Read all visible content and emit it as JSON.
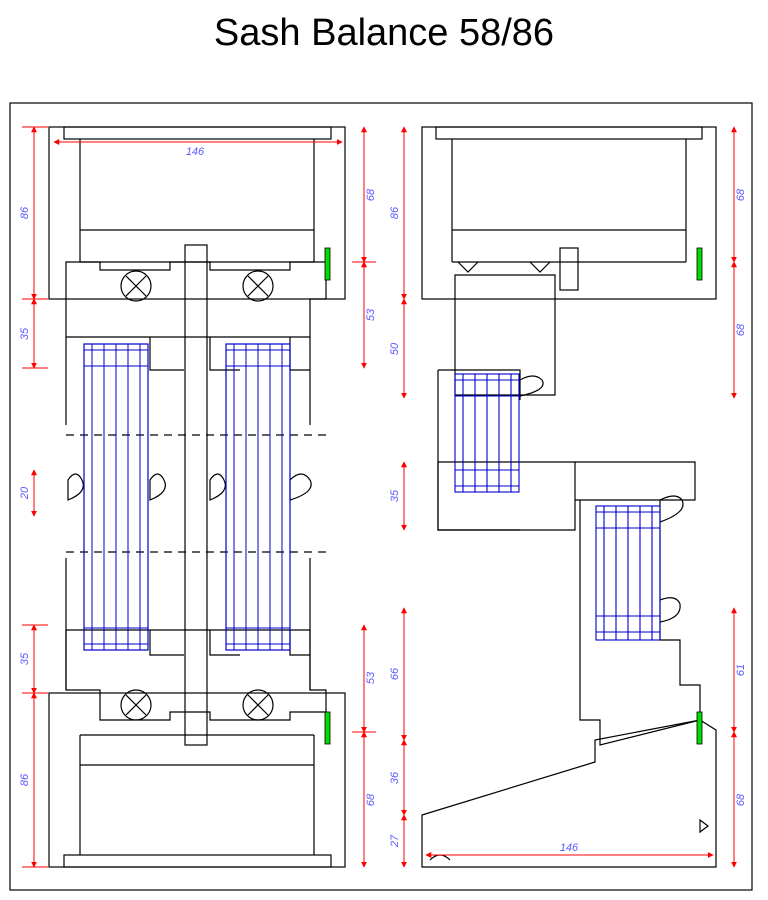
{
  "title": "Sash Balance 58/86",
  "colors": {
    "outline": "#000000",
    "dimension": "#ff0000",
    "dimension_text": "#5a5aff",
    "glazing": "#0000cc",
    "seal": "#00dd00"
  },
  "dimensions": {
    "left_top_width": "146",
    "left_top_height": "86",
    "left_top_right_height": "68",
    "left_upper_35": "35",
    "left_upper_53": "53",
    "left_mid": "20",
    "left_lower_35": "35",
    "left_lower_53": "53",
    "left_bottom_height": "86",
    "left_bottom_right_height": "68",
    "right_top_height": "86",
    "right_top_right_height": "68",
    "right_upper_50": "50",
    "right_upper_68": "68",
    "right_mid_35": "35",
    "right_lower_66": "66",
    "right_lower_61": "61",
    "right_lower_36": "36",
    "right_bottom_27": "27",
    "right_bottom_68": "68",
    "right_bottom_width": "146"
  }
}
